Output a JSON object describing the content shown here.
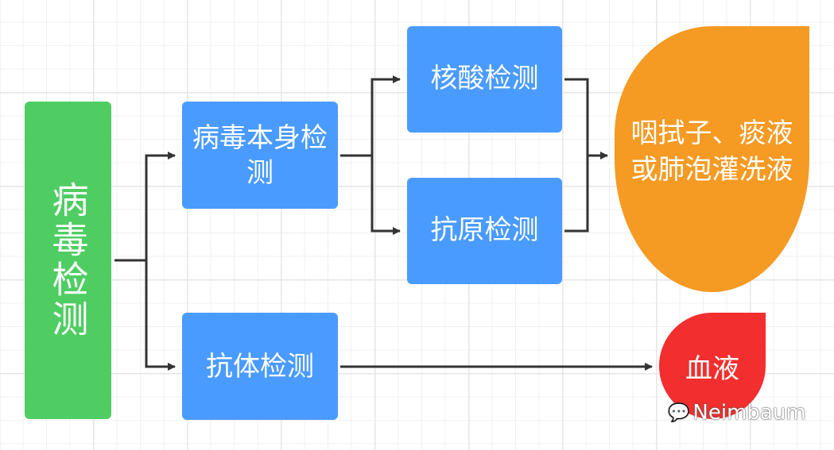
{
  "diagram": {
    "root": {
      "label": "病毒检测",
      "color": "#4fcd63"
    },
    "branches": [
      {
        "id": "self",
        "label": "病毒本身检测",
        "color": "#4a9bff"
      },
      {
        "id": "antibody",
        "label": "抗体检测",
        "color": "#4a9bff"
      }
    ],
    "sub_branches": [
      {
        "id": "nucleic",
        "label": "核酸检测",
        "parent": "self",
        "color": "#4a9bff"
      },
      {
        "id": "antigen",
        "label": "抗原检测",
        "parent": "self",
        "color": "#4a9bff"
      }
    ],
    "samples": [
      {
        "id": "swab",
        "label": "咽拭子、痰液或肺泡灌洗液",
        "from": [
          "nucleic",
          "antigen"
        ],
        "color": "#f59a23"
      },
      {
        "id": "blood",
        "label": "血液",
        "from": [
          "antibody"
        ],
        "color": "#f22e2e"
      }
    ]
  },
  "watermark": {
    "icon": "wechat-icon",
    "text": "Neimbaum"
  }
}
